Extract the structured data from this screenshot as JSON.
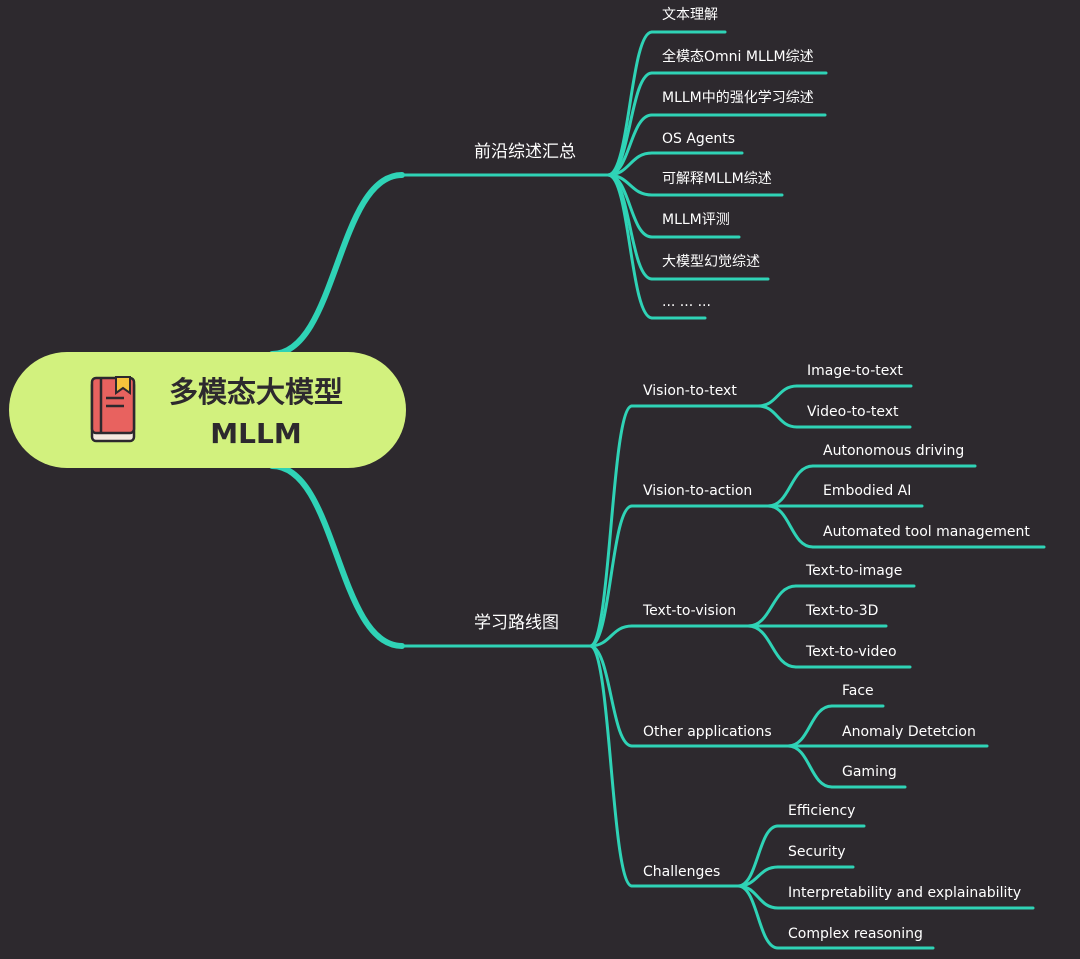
{
  "colors": {
    "background": "#2d292e",
    "line": "#2fd3b6",
    "root_fill": "#d2f17e",
    "root_text": "#2d292e",
    "label_text": "#ffffff",
    "book_icon": "#e8625f"
  },
  "root": {
    "title": "多模态大模型",
    "subtitle": "MLLM",
    "icon": "book-icon"
  },
  "branches": [
    {
      "label": "前沿综述汇总",
      "leaves": [
        "文本理解",
        "全模态Omni MLLM综述",
        "MLLM中的强化学习综述",
        "OS Agents",
        "可解释MLLM综述",
        "MLLM评测",
        "大模型幻觉综述",
        "... ... ..."
      ]
    },
    {
      "label": "学习路线图",
      "children": [
        {
          "label": "Vision-to-text",
          "leaves": [
            "Image-to-text",
            "Video-to-text"
          ]
        },
        {
          "label": "Vision-to-action",
          "leaves": [
            "Autonomous driving",
            "Embodied AI",
            "Automated tool management"
          ]
        },
        {
          "label": "Text-to-vision",
          "leaves": [
            "Text-to-image",
            "Text-to-3D",
            "Text-to-video"
          ]
        },
        {
          "label": "Other applications",
          "leaves": [
            "Face",
            "Anomaly Detetcion",
            "Gaming"
          ]
        },
        {
          "label": "Challenges",
          "leaves": [
            "Efficiency",
            "Security",
            "Interpretability and explainability",
            "Complex reasoning"
          ]
        }
      ]
    }
  ]
}
